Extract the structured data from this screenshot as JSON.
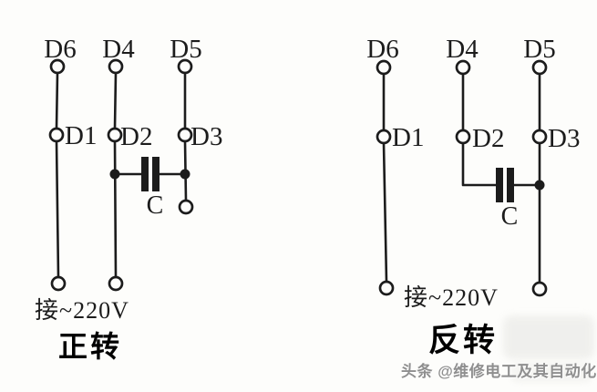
{
  "figure": {
    "diagrams": [
      {
        "id": "forward",
        "caption": "正转",
        "supply_label": "接~220V",
        "capacitor_label": "C",
        "terminals_top": [
          "D6",
          "D4",
          "D5"
        ],
        "terminals_mid": [
          "D1",
          "D2",
          "D3"
        ]
      },
      {
        "id": "reverse",
        "caption": "反转",
        "supply_label": "接~220V",
        "capacitor_label": "C",
        "terminals_top": [
          "D6",
          "D4",
          "D5"
        ],
        "terminals_mid": [
          "D1",
          "D2",
          "D3"
        ]
      }
    ],
    "watermark": "头条 @维修电工及其自动化",
    "colors": {
      "ink": "#1c1c1c",
      "background": "#fdfdfb",
      "caption": "#000000",
      "watermark": "#8f8f8f"
    }
  }
}
